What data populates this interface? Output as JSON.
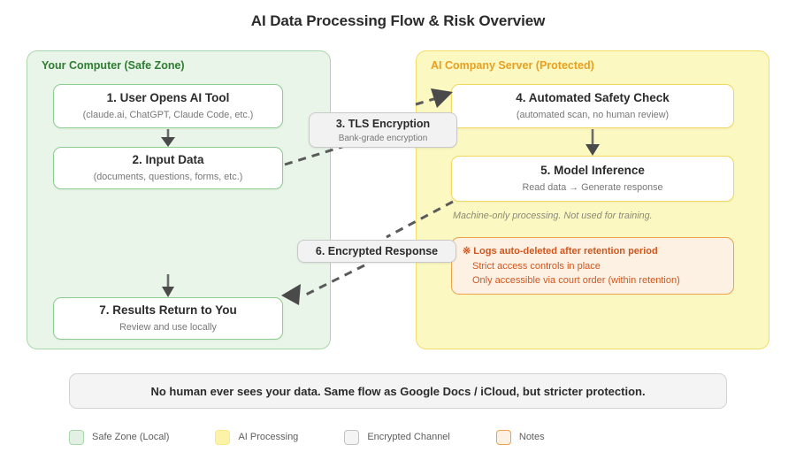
{
  "title": "AI Data Processing Flow & Risk Overview",
  "zones": {
    "safe": {
      "label": "Your Computer (Safe Zone)",
      "fill": "#e9f5e9",
      "border": "#a9d7ab",
      "text": "#2e7d32"
    },
    "server": {
      "label": "AI Company Server (Protected)",
      "fill": "#fcf8c2",
      "border": "#f2dd6a",
      "text": "#e8a020"
    }
  },
  "steps": [
    {
      "id": 1,
      "title": "1. User Opens AI Tool",
      "subtitle": "(claude.ai, ChatGPT, Claude Code, etc.)"
    },
    {
      "id": 2,
      "title": "2. Input Data",
      "subtitle": "(documents, questions, forms, etc.)"
    },
    {
      "id": 4,
      "title": "4. Automated Safety Check",
      "subtitle": "(automated scan, no human review)"
    },
    {
      "id": 5,
      "title": "5. Model Inference",
      "subtitle": "Read data → Generate response"
    },
    {
      "id": 7,
      "title": "7. Results Return to You",
      "subtitle": "Review and use locally"
    }
  ],
  "channels": [
    {
      "id": 3,
      "title": "3. TLS Encryption",
      "subtitle": "Bank-grade encryption"
    },
    {
      "id": 6,
      "title": "6. Encrypted Response",
      "subtitle": ""
    }
  ],
  "machine_note": "Machine-only processing. Not used for training.",
  "notes_box": {
    "marker": "※",
    "lines": [
      "Logs auto-deleted after retention period",
      "Strict access controls in place",
      "Only accessible via court order (within retention)"
    ],
    "accent": "#d1561d",
    "fill": "#fdf1e4",
    "border": "#eda14a"
  },
  "banner": "No human ever sees your data. Same flow as Google Docs / iCloud, but stricter protection.",
  "legend": [
    {
      "label": "Safe Zone (Local)",
      "swatch": "safe"
    },
    {
      "label": "AI Processing",
      "swatch": "ai"
    },
    {
      "label": "Encrypted Channel",
      "swatch": "chan"
    },
    {
      "label": "Notes",
      "swatch": "notes"
    }
  ]
}
